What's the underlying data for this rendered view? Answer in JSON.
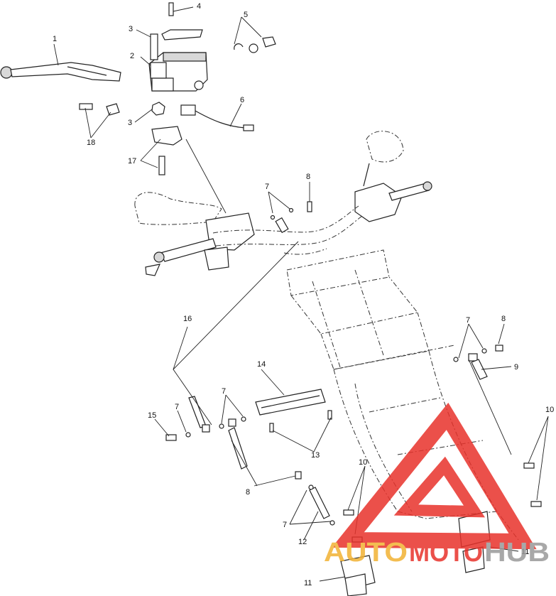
{
  "callouts": [
    "1",
    "2",
    "3",
    "3",
    "4",
    "5",
    "6",
    "7",
    "7",
    "7",
    "7",
    "7",
    "8",
    "8",
    "8",
    "9",
    "10",
    "10",
    "11",
    "11",
    "12",
    "13",
    "14",
    "15",
    "16",
    "17",
    "18"
  ],
  "watermark": {
    "part1": "AUTO",
    "part2": "MOTO",
    "part3": "HUB",
    "colors": {
      "red": "#e8322b",
      "gold": "#f2b233",
      "grey": "#9a9a9a"
    }
  }
}
